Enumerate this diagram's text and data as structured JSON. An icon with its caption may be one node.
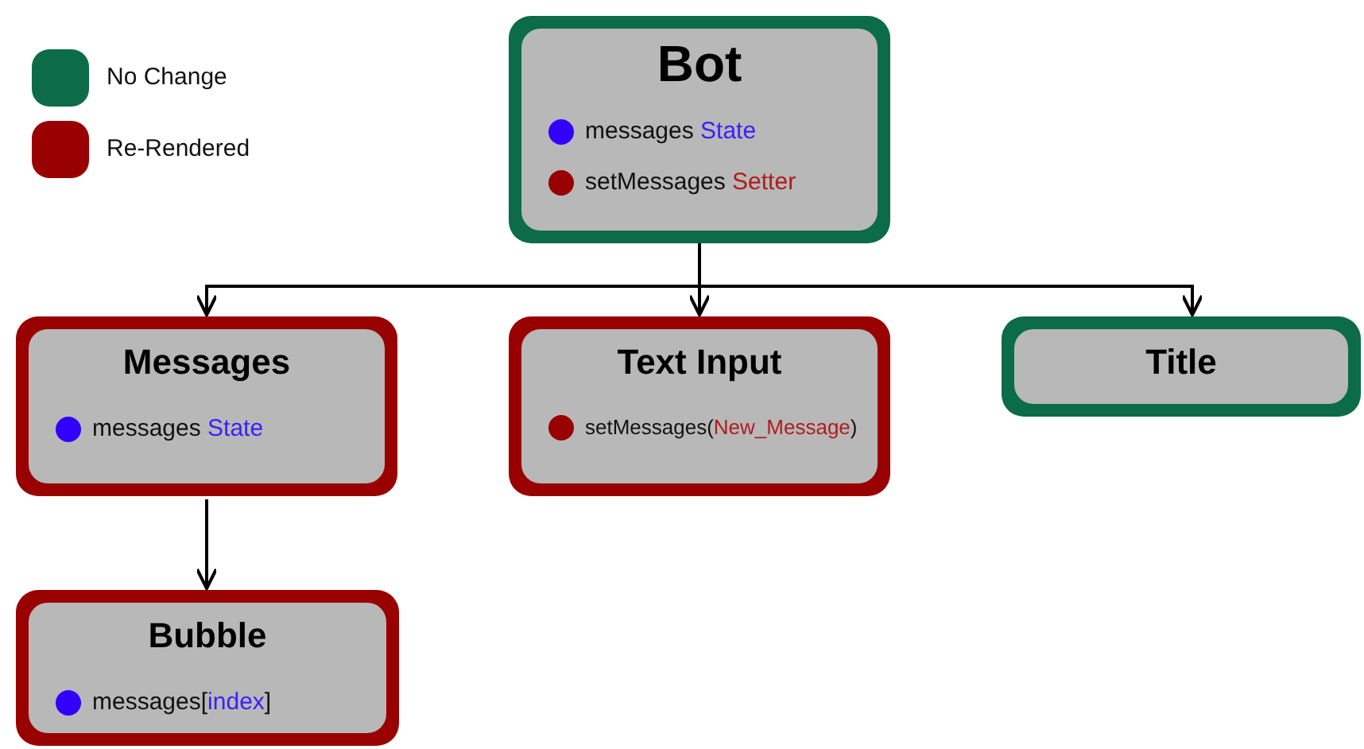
{
  "diagram": {
    "nodes": [
      {
        "text": [
          "Bot",
          "messages State",
          "setMessages Setter"
        ]
      },
      {
        "text": [
          "Messages",
          "messages State"
        ]
      },
      {
        "text": [
          "Text Input",
          "setMessages(New_Message)"
        ]
      },
      {
        "text": [
          "Title"
        ]
      },
      {
        "text": [
          "Bubble",
          "messages[index]"
        ]
      }
    ],
    "edges": [
      {
        "from": 0,
        "to": 1,
        "arrow": "to"
      },
      {
        "from": 0,
        "to": 2,
        "arrow": "to"
      },
      {
        "from": 0,
        "to": 3,
        "arrow": "to"
      },
      {
        "from": 1,
        "to": 4,
        "arrow": "to"
      }
    ],
    "legend": [
      {
        "text": "No Change",
        "color": "#0c6b48"
      },
      {
        "text": "Re-Rendered",
        "color": "#990000"
      }
    ]
  }
}
